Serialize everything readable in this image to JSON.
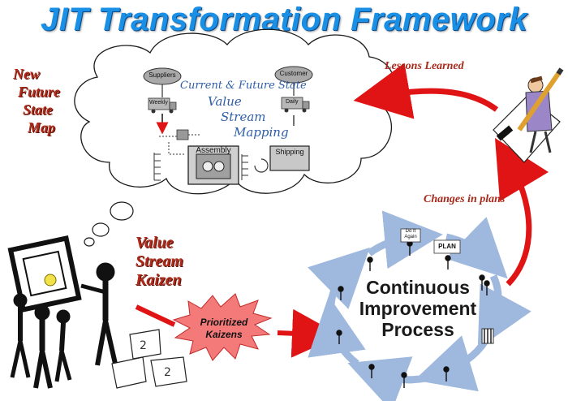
{
  "title": "JIT Transformation Framework",
  "labels": {
    "new_future_state_map": [
      "New",
      "Future",
      "State",
      "Map"
    ],
    "lessons_learned": "Lessons Learned",
    "changes_in_plans": "Changes in plans",
    "value_stream_kaizen": [
      "Value",
      "Stream",
      "Kaizen"
    ],
    "prioritized_kaizens": [
      "Prioritized",
      "Kaizens"
    ]
  },
  "vsm": {
    "heading_line1": "Current & Future State",
    "heading_line2": "Value",
    "heading_line3": "Stream",
    "heading_line4": "Mapping",
    "suppliers": "Suppliers",
    "customer": "Customer",
    "weekly": "Weekly",
    "daily": "Daily",
    "assembly": "Assembly",
    "shipping": "Shipping"
  },
  "cycle": {
    "lines": [
      "Continuous",
      "Improvement",
      "Process"
    ],
    "sign_do_it_again": [
      "Do It",
      "Again"
    ],
    "sign_plan": "PLAN"
  },
  "colors": {
    "title_blue": "#1a8fe6",
    "label_red": "#b02a1a",
    "arrow_red": "#e01414",
    "cycle_arrow": "#9fb8de",
    "starburst": "#f47a7a"
  }
}
